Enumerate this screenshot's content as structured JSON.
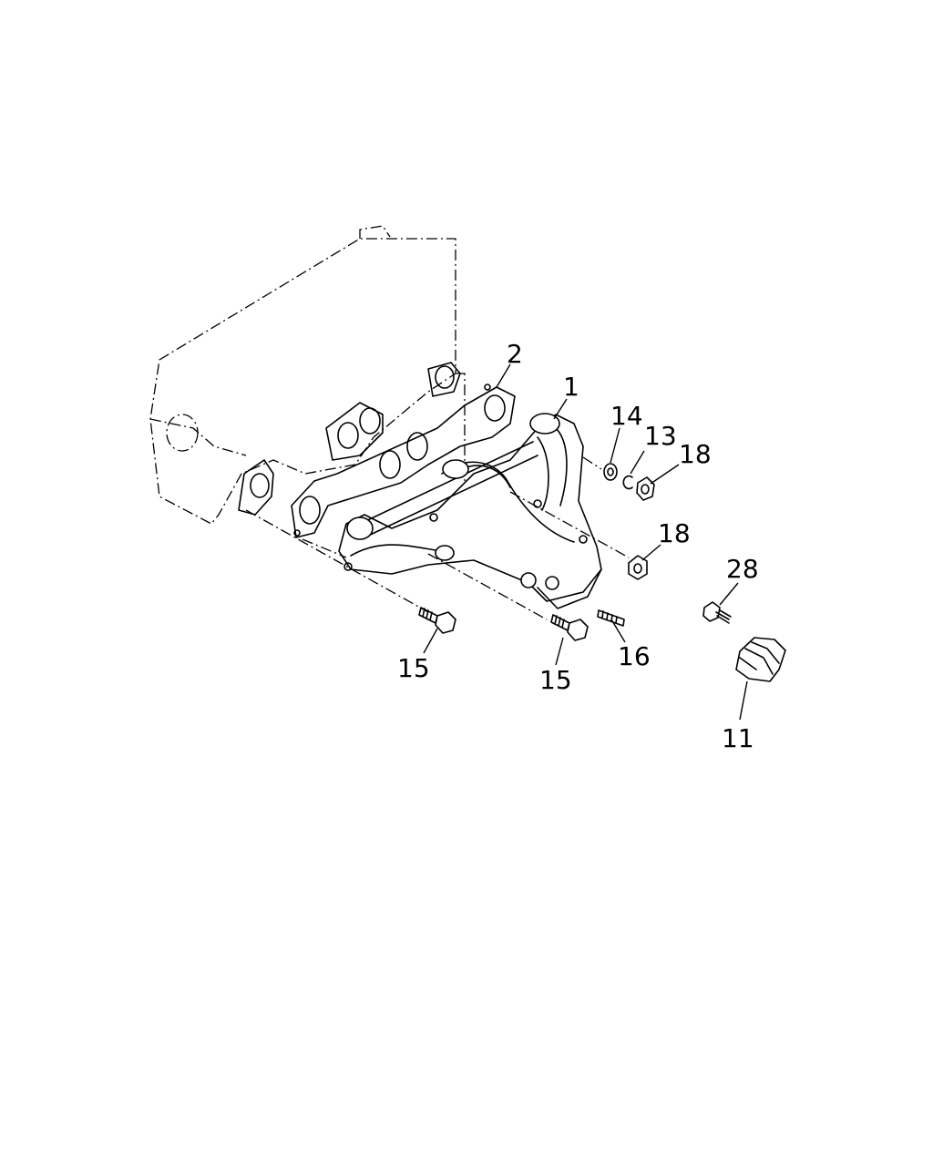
{
  "callouts": {
    "c1": "1",
    "c2": "2",
    "c11": "11",
    "c13": "13",
    "c14": "14",
    "c15a": "15",
    "c15b": "15",
    "c16": "16",
    "c18a": "18",
    "c18b": "18",
    "c28": "28"
  },
  "colors": {
    "line": "#000000",
    "background": "#ffffff"
  }
}
